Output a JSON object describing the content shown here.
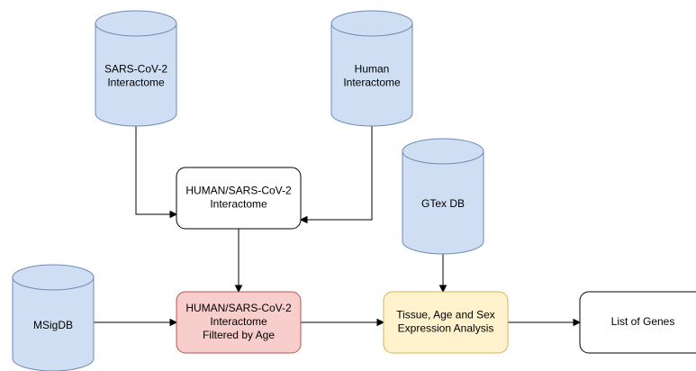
{
  "colors": {
    "database_fill": "#cfdef2",
    "database_stroke": "#6e8bb6",
    "process_fill": "#ffffff",
    "filtered_fill": "#f8cecc",
    "filtered_stroke": "#b85450",
    "analysis_fill": "#fff2cc",
    "analysis_stroke": "#d6b656",
    "edge": "#000000"
  },
  "nodes": {
    "sars_interactome": {
      "shape": "database",
      "lines": [
        "SARS-CoV-2",
        "Interactome"
      ]
    },
    "human_interactome": {
      "shape": "database",
      "lines": [
        "Human",
        "Interactome"
      ]
    },
    "gtex_db": {
      "shape": "database",
      "lines": [
        "GTex DB"
      ]
    },
    "msigdb": {
      "shape": "database",
      "lines": [
        "MSigDB"
      ]
    },
    "combined_interactome": {
      "shape": "rounded-box",
      "lines": [
        "HUMAN/SARS-CoV-2",
        "Interactome"
      ]
    },
    "filtered_interactome": {
      "shape": "rounded-box",
      "lines": [
        "HUMAN/SARS-CoV-2",
        "Interactome",
        "Filtered by Age"
      ]
    },
    "expression_analysis": {
      "shape": "rounded-box",
      "lines": [
        "Tissue, Age and Sex",
        "Expression Analysis"
      ]
    },
    "gene_list": {
      "shape": "rounded-box",
      "lines": [
        "List of Genes"
      ]
    }
  },
  "edges": [
    {
      "from": "sars_interactome",
      "to": "combined_interactome"
    },
    {
      "from": "human_interactome",
      "to": "combined_interactome"
    },
    {
      "from": "combined_interactome",
      "to": "filtered_interactome"
    },
    {
      "from": "msigdb",
      "to": "filtered_interactome"
    },
    {
      "from": "filtered_interactome",
      "to": "expression_analysis"
    },
    {
      "from": "gtex_db",
      "to": "expression_analysis"
    },
    {
      "from": "expression_analysis",
      "to": "gene_list"
    }
  ]
}
